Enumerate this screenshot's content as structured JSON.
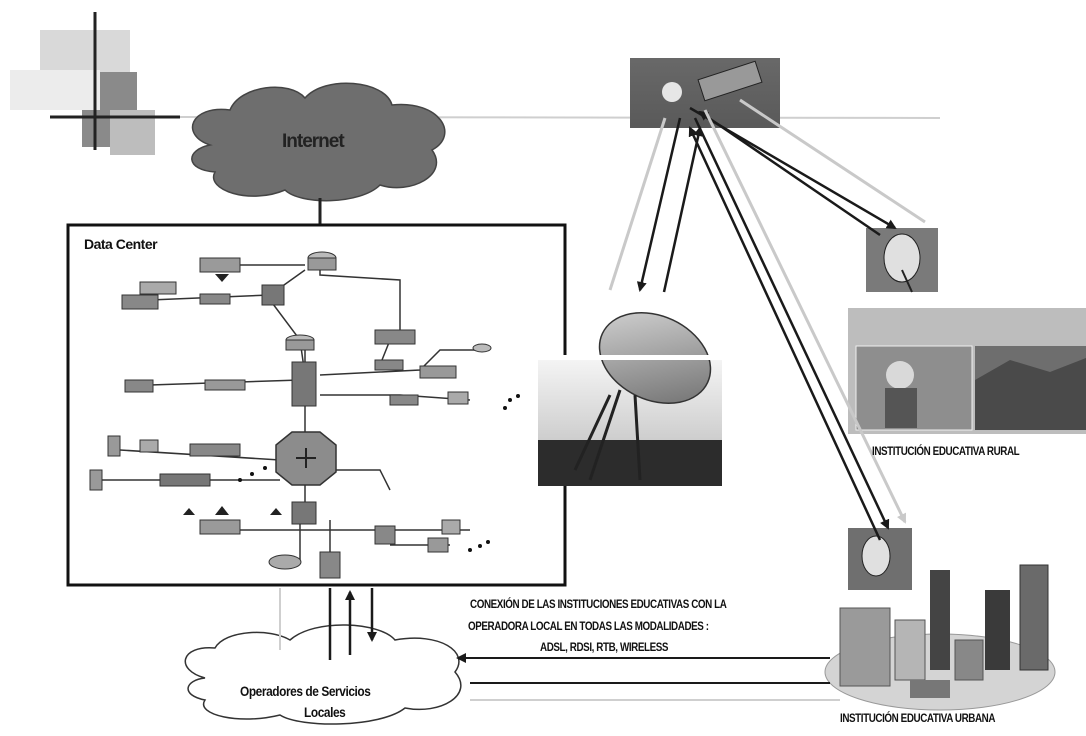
{
  "diagram": {
    "labels": {
      "internet": "Internet",
      "data_center": "Data Center",
      "rural_institution": "INSTITUCIÓN EDUCATIVA RURAL",
      "urban_institution": "INSTITUCIÓN EDUCATIVA URBANA",
      "connection_line_1": "CONEXIÓN DE LAS INSTITUCIONES EDUCATIVAS CON LA",
      "connection_line_2": "OPERADORA LOCAL EN TODAS LAS MODALIDADES :",
      "connection_line_3": "ADSL, RDSI, RTB, WIRELESS",
      "operators_line_1": "Operadores de Servicios",
      "operators_line_2": "Locales"
    },
    "colors": {
      "cloud_internet": "#6e6e6e",
      "cloud_operators": "#ffffff",
      "arrows": "#1a1a1a",
      "light_arrows": "#c9c9c9"
    },
    "icons": [
      "satellite-icon",
      "dish-antenna-icon",
      "router-icon",
      "switch-icon",
      "firewall-icon",
      "server-icon",
      "building-icon"
    ]
  }
}
